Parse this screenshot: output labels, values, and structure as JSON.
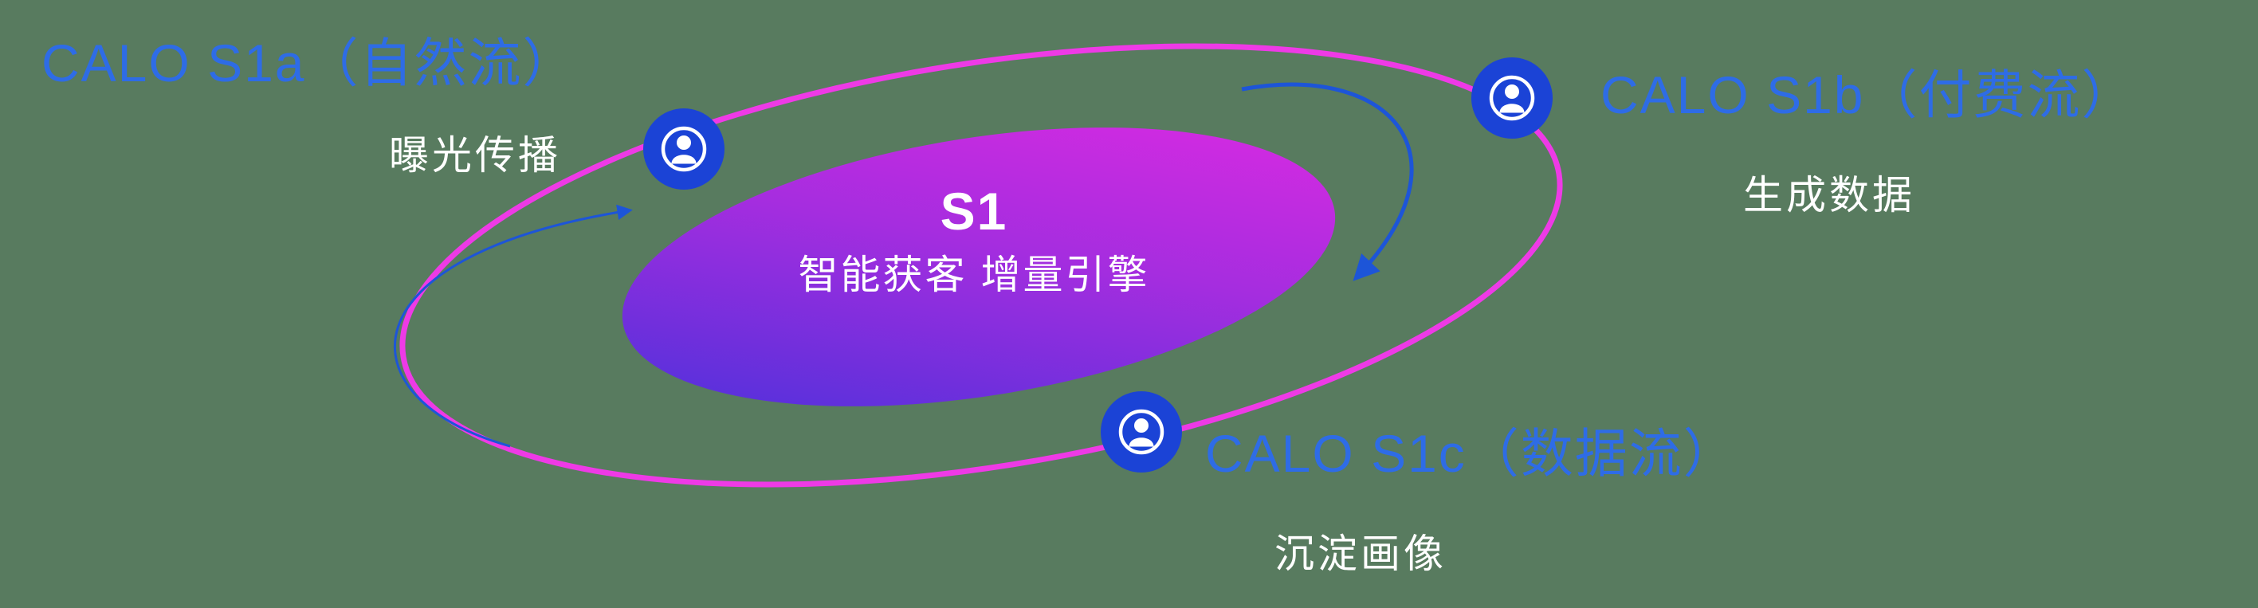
{
  "background_color": "#587b5f",
  "colors": {
    "label_blue": "#2e6ce6",
    "white": "#ffffff",
    "orbit_magenta": "#ee3ae6",
    "node_blue": "#1b43d6",
    "arrow_blue": "#1d55d8",
    "core_gradient_start": "#4331da",
    "core_gradient_mid": "#a52ddf",
    "core_gradient_end": "#e22ae2"
  },
  "core": {
    "title": "S1",
    "subtitle": "智能获客  增量引擎"
  },
  "nodes": [
    {
      "id": "s1a",
      "label": "CALO S1a（自然流）",
      "sublabel": "曝光传播",
      "icon": "user-icon"
    },
    {
      "id": "s1b",
      "label": "CALO S1b（付费流）",
      "sublabel": "生成数据",
      "icon": "user-icon"
    },
    {
      "id": "s1c",
      "label": "CALO S1c（数据流）",
      "sublabel": "沉淀画像",
      "icon": "user-icon"
    }
  ]
}
